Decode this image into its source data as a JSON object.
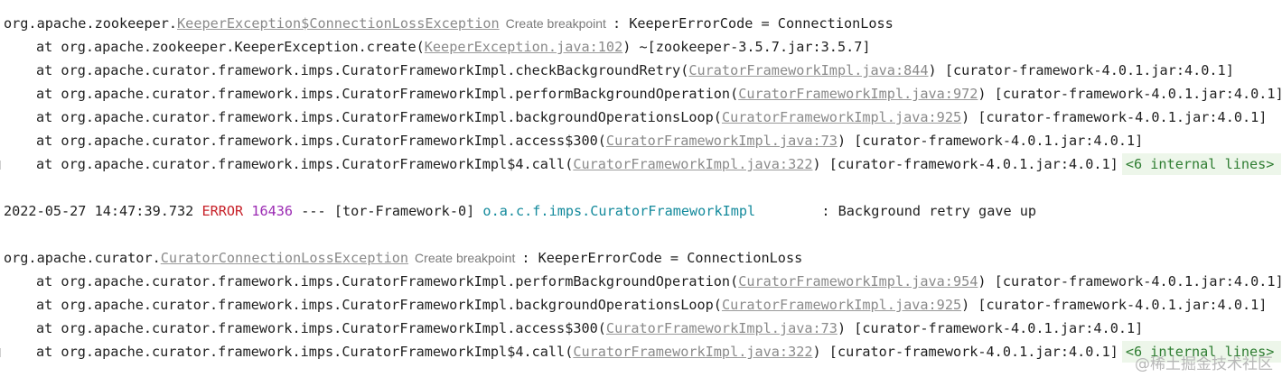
{
  "block1": {
    "exc_prefix": "org.apache.zookeeper.",
    "exc_link": "KeeperException$ConnectionLossException",
    "breakpoint_label": "Create breakpoint",
    "exc_suffix": ": KeeperErrorCode = ConnectionLoss",
    "frames": [
      {
        "pre": "at org.apache.zookeeper.KeeperException.create(",
        "link": "KeeperException.java:102",
        "post": ") ~[zookeeper-3.5.7.jar:3.5.7]"
      },
      {
        "pre": "at org.apache.curator.framework.imps.CuratorFrameworkImpl.checkBackgroundRetry(",
        "link": "CuratorFrameworkImpl.java:844",
        "post": ") [curator-framework-4.0.1.jar:4.0.1]"
      },
      {
        "pre": "at org.apache.curator.framework.imps.CuratorFrameworkImpl.performBackgroundOperation(",
        "link": "CuratorFrameworkImpl.java:972",
        "post": ") [curator-framework-4.0.1.jar:4.0.1]"
      },
      {
        "pre": "at org.apache.curator.framework.imps.CuratorFrameworkImpl.backgroundOperationsLoop(",
        "link": "CuratorFrameworkImpl.java:925",
        "post": ") [curator-framework-4.0.1.jar:4.0.1]"
      },
      {
        "pre": "at org.apache.curator.framework.imps.CuratorFrameworkImpl.access$300(",
        "link": "CuratorFrameworkImpl.java:73",
        "post": ") [curator-framework-4.0.1.jar:4.0.1]"
      },
      {
        "pre": "at org.apache.curator.framework.imps.CuratorFrameworkImpl$4.call(",
        "link": "CuratorFrameworkImpl.java:322",
        "post": ") [curator-framework-4.0.1.jar:4.0.1]"
      }
    ],
    "fold_label": "<6 internal lines>"
  },
  "log_entry": {
    "timestamp": "2022-05-27 14:47:39.732",
    "level": "ERROR",
    "pid": "16436",
    "separator": "---",
    "thread": "[tor-Framework-0]",
    "logger": "o.a.c.f.imps.CuratorFrameworkImpl",
    "message": ": Background retry gave up"
  },
  "block2": {
    "exc_prefix": "org.apache.curator.",
    "exc_link": "CuratorConnectionLossException",
    "breakpoint_label": "Create breakpoint",
    "exc_suffix": ": KeeperErrorCode = ConnectionLoss",
    "frames": [
      {
        "pre": "at org.apache.curator.framework.imps.CuratorFrameworkImpl.performBackgroundOperation(",
        "link": "CuratorFrameworkImpl.java:954",
        "post": ") [curator-framework-4.0.1.jar:4.0.1]"
      },
      {
        "pre": "at org.apache.curator.framework.imps.CuratorFrameworkImpl.backgroundOperationsLoop(",
        "link": "CuratorFrameworkImpl.java:925",
        "post": ") [curator-framework-4.0.1.jar:4.0.1]"
      },
      {
        "pre": "at org.apache.curator.framework.imps.CuratorFrameworkImpl.access$300(",
        "link": "CuratorFrameworkImpl.java:73",
        "post": ") [curator-framework-4.0.1.jar:4.0.1]"
      },
      {
        "pre": "at org.apache.curator.framework.imps.CuratorFrameworkImpl$4.call(",
        "link": "CuratorFrameworkImpl.java:322",
        "post": ") [curator-framework-4.0.1.jar:4.0.1]"
      }
    ],
    "fold_label": "<6 internal lines>"
  },
  "watermark": "@稀土掘金技术社区",
  "colors": {
    "error": "#c7222a",
    "pid": "#9b2ab3",
    "logger": "#148a9c",
    "link": "#8a8a8a",
    "fold_bg": "#edf6ea",
    "fold_text": "#2f7d32"
  }
}
